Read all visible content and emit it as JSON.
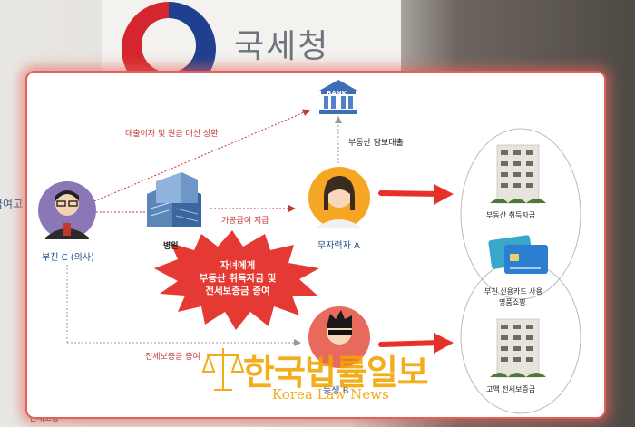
{
  "background": {
    "sign_text": "국세청",
    "side_text": "급여고",
    "side_bottom_text": "전세보증"
  },
  "diagram": {
    "bank": {
      "label": "BANK"
    },
    "edges": {
      "loan_repay": "대출이자 및 원금 대신 상환",
      "mortgage": "부동산 담보대출",
      "fake_salary": "가공급여 지급",
      "deposit_gift": "전세보증금 증여"
    },
    "nodes": {
      "father": "부친 C (의사)",
      "hospital": "병원",
      "unemployed": "무자력자 A",
      "sibling": "동생 B"
    },
    "burst_lines": [
      "자녀에게",
      "부동산 취득자금 및",
      "전세보증금 증여"
    ],
    "results": {
      "property": "부동산 취득자금",
      "card_line1": "부친 신용카드 사용",
      "card_line2": "명품쇼핑",
      "deposit": "고액 전세보증금"
    }
  },
  "watermark": {
    "korean": "한국법률일보",
    "english": "Korea Law News"
  },
  "colors": {
    "frame_red": "#e2625b",
    "arrow_red": "#e8302a",
    "label_red": "#c23a3a",
    "node_blue": "#1f4d8c",
    "watermark": "#f2a300"
  }
}
